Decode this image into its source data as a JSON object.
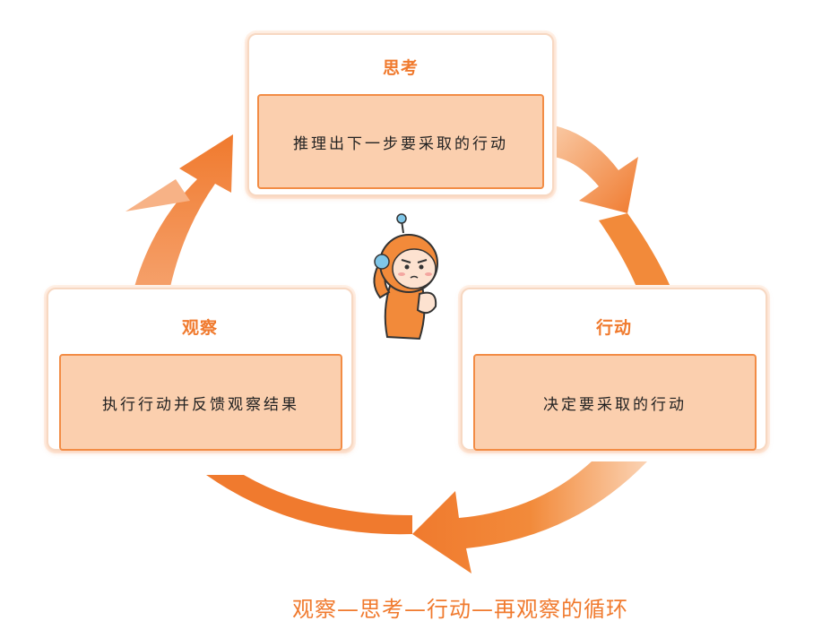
{
  "cards": {
    "think": {
      "title": "思考",
      "body": "推理出下一步要采取的行动"
    },
    "observe": {
      "title": "观察",
      "body": "执行行动并反馈观察结果"
    },
    "act": {
      "title": "行动",
      "body": "决定要采取的行动"
    }
  },
  "caption": "观察—思考—行动—再观察的循环",
  "colors": {
    "accent": "#f07a2e",
    "arrow": "#f28a3a",
    "body_fill": "#fbcfae",
    "body_border": "#f28c45"
  },
  "icons": [
    "cycle-arrow-icon",
    "robot-mascot-icon"
  ]
}
